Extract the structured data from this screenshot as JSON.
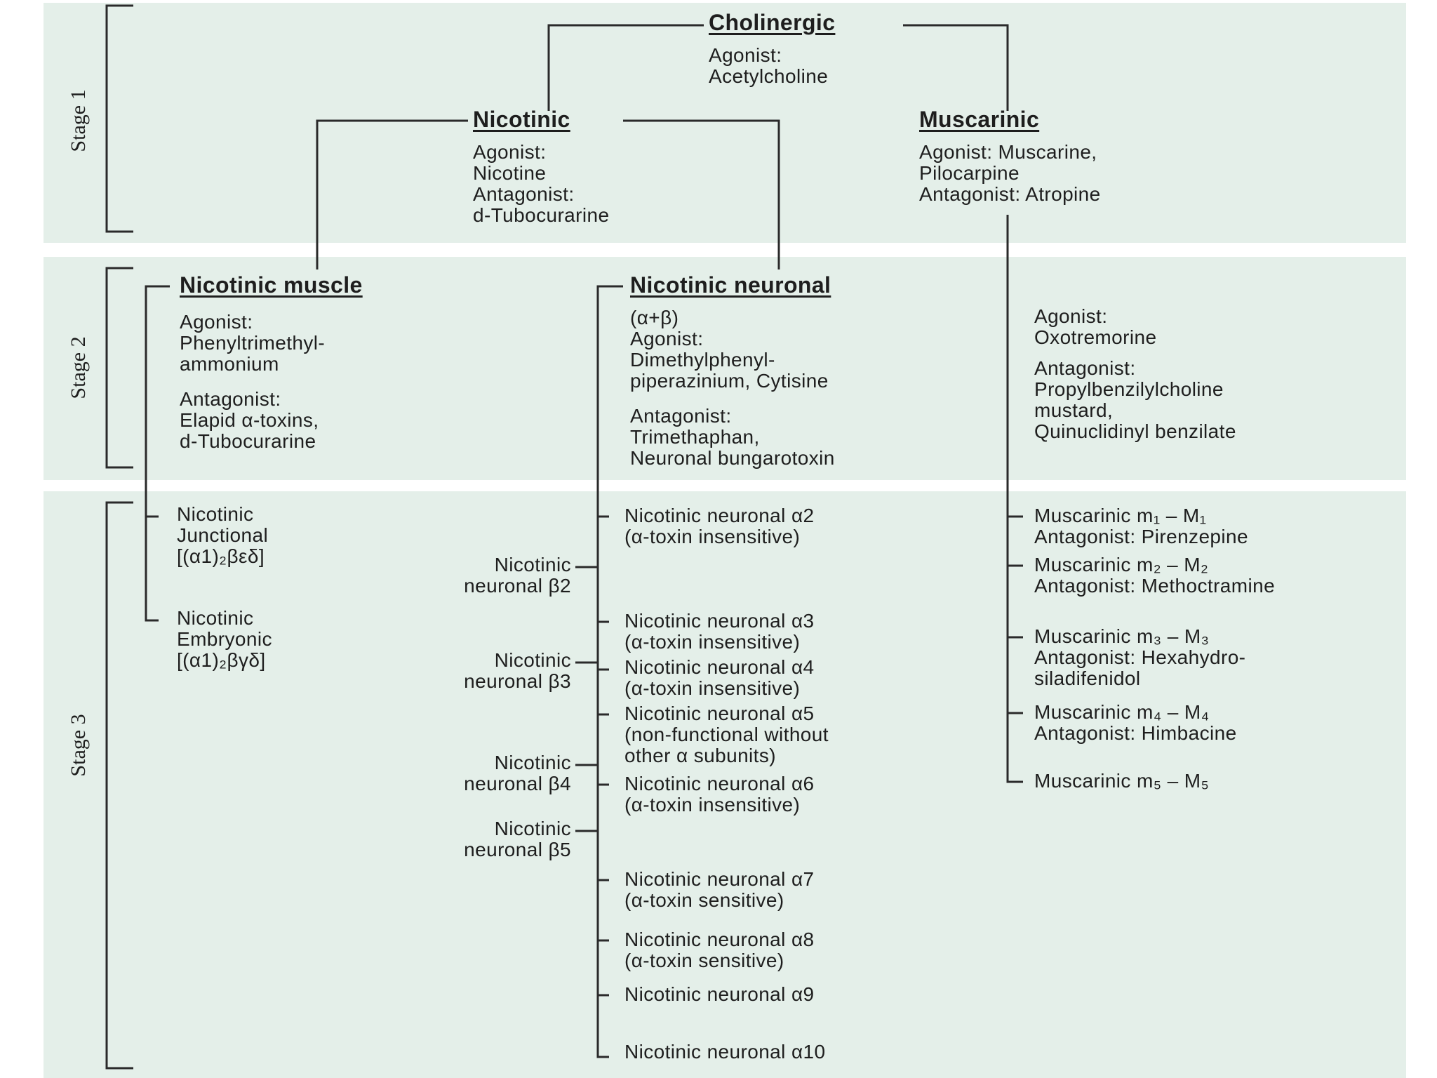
{
  "stages": {
    "stage1": "Stage 1",
    "stage2": "Stage 2",
    "stage3": "Stage 3"
  },
  "cholinergic": {
    "title": "Cholinergic",
    "agonist_label": "Agonist:",
    "agonist": "Acetylcholine"
  },
  "nicotinic": {
    "title": "Nicotinic",
    "agonist_label": "Agonist:",
    "agonist": "Nicotine",
    "antagonist_label": "Antagonist:",
    "antagonist": "d-Tubocurarine"
  },
  "muscarinic": {
    "title": "Muscarinic",
    "agonist_line1": "Agonist: Muscarine,",
    "agonist_line2": "Pilocarpine",
    "antagonist_line": "Antagonist: Atropine"
  },
  "nicotinic_muscle": {
    "title": "Nicotinic muscle",
    "agonist_label": "Agonist:",
    "agonist_line1": "Phenyltrimethyl-",
    "agonist_line2": "ammonium",
    "antagonist_label": "Antagonist:",
    "antagonist_line1": "Elapid α-toxins,",
    "antagonist_line2": "d-Tubocurarine"
  },
  "nicotinic_neuronal": {
    "title": "Nicotinic neuronal",
    "subunits": "(α+β)",
    "agonist_label": "Agonist:",
    "agonist_line1": "Dimethylphenyl-",
    "agonist_line2": "piperazinium, Cytisine",
    "antagonist_label": "Antagonist:",
    "antagonist_line1": "Trimethaphan,",
    "antagonist_line2": "Neuronal bungarotoxin"
  },
  "muscarinic_stage2": {
    "agonist_label": "Agonist:",
    "agonist": "Oxotremorine",
    "antagonist_label": "Antagonist:",
    "antagonist_line1": "Propylbenzilylcholine",
    "antagonist_line2": "mustard,",
    "antagonist_line3": "Quinuclidinyl benzilate"
  },
  "muscle_subtypes": [
    {
      "line1": "Nicotinic",
      "line2": "Junctional",
      "line3": "[(α1)₂βεδ]"
    },
    {
      "line1": "Nicotinic",
      "line2": "Embryonic",
      "line3": "[(α1)₂βγδ]"
    }
  ],
  "beta_subunits": [
    {
      "line1": "Nicotinic",
      "line2": "neuronal β2"
    },
    {
      "line1": "Nicotinic",
      "line2": "neuronal β3"
    },
    {
      "line1": "Nicotinic",
      "line2": "neuronal β4"
    },
    {
      "line1": "Nicotinic",
      "line2": "neuronal β5"
    }
  ],
  "alpha_subunits": [
    {
      "line1": "Nicotinic neuronal α2",
      "line2": "(α-toxin insensitive)"
    },
    {
      "line1": "Nicotinic neuronal α3",
      "line2": "(α-toxin insensitive)"
    },
    {
      "line1": "Nicotinic neuronal α4",
      "line2": "(α-toxin insensitive)"
    },
    {
      "line1": "Nicotinic neuronal α5",
      "line2": "(non-functional without",
      "line3": "other α  subunits)"
    },
    {
      "line1": "Nicotinic neuronal α6",
      "line2": "(α-toxin insensitive)"
    },
    {
      "line1": "Nicotinic neuronal α7",
      "line2": "(α-toxin sensitive)"
    },
    {
      "line1": "Nicotinic neuronal α8",
      "line2": "(α-toxin sensitive)"
    },
    {
      "line1": "Nicotinic neuronal α9"
    },
    {
      "line1": "Nicotinic neuronal α10"
    }
  ],
  "muscarinic_subtypes": [
    {
      "line1": "Muscarinic m₁ – M₁",
      "line2": "Antagonist: Pirenzepine"
    },
    {
      "line1": "Muscarinic m₂ – M₂",
      "line2": "Antagonist: Methoctramine"
    },
    {
      "line1": "Muscarinic m₃ – M₃",
      "line2": "Antagonist: Hexahydro-",
      "line3": "siladifenidol"
    },
    {
      "line1": "Muscarinic m₄ – M₄",
      "line2": "Antagonist: Himbacine"
    },
    {
      "line1": "Muscarinic m₅ – M₅"
    }
  ]
}
